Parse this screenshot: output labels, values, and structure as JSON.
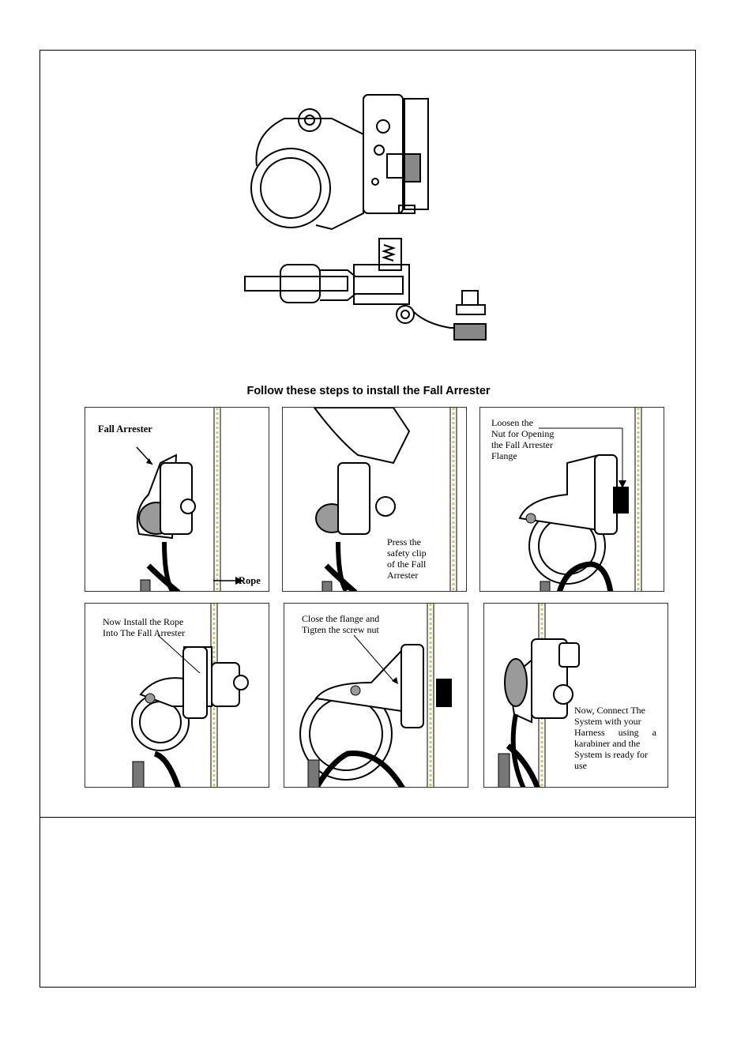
{
  "heading": "Follow these steps to install the Fall Arrester",
  "steps": [
    {
      "label": "Fall Arrester",
      "label2": "Rope"
    },
    {
      "label": "Press the safety clip of the Fall Arrester",
      "lines": [
        "Press the",
        "safety clip",
        "of the Fall",
        "Arrester"
      ]
    },
    {
      "lines": [
        "Loosen the",
        "Nut for Opening",
        "the Fall Arrester",
        "Flange"
      ]
    },
    {
      "lines": [
        "Now Install the Rope",
        "Into The Fall Arrester"
      ]
    },
    {
      "lines": [
        "Close the flange and",
        "Tigten the screw nut"
      ]
    },
    {
      "lines": [
        "Now, Connect The",
        "System with your",
        "Harness using a",
        "karabiner and the",
        "System is ready for",
        "use"
      ]
    }
  ],
  "colors": {
    "line": "#000000",
    "rope_dash": "#c8c860",
    "shade": "#9a9a9a"
  }
}
